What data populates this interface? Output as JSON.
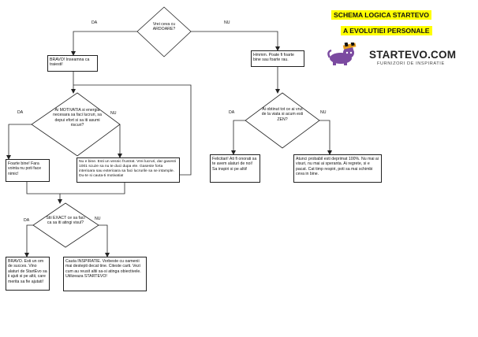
{
  "title": {
    "line1": "SCHEMA LOGICA STARTEVO",
    "line2": "A EVOLUTIEI PERSONALE"
  },
  "brand": {
    "name": "STARTEVO.COM",
    "tagline": "FURNIZORI DE INSPIRATIE"
  },
  "labels": {
    "da": "DA",
    "nu": "NU"
  },
  "nodes": {
    "d1": "Vrei ceva cu ARDOARE?",
    "b_bravo": "BRAVO! Inseamna ca traiesti!",
    "b_hmm": "Hmmm. Poate fi foarte bine sau foarte rau.",
    "d2": "Ai MOTIVATIA si energia necesara sa faci lucruri, sa depui efort si sa iti asumi riscuri?",
    "d3": "Ai obtinut tot ce ai vrut de la viata si acum esti ZEN?",
    "b_fb": "Foarte bine! Fara vointa nu poti face nimic!",
    "b_nebine": "Nu e bine. Esti un vesnic frustrat. Vrei lucruri, dar gasesti 1001 scuze sa nu te duci dupa ele. Gaseste forta interioara sau exterioara sa faci lucrurile sa se intample. Du-te si cauta-ti motivatia!",
    "b_fel": "Felicitari! Ati fi onorati sa te avem alaturi de noi! Sa inspiri si pe altii!",
    "b_dep": "Atunci probabil esti deprimat 100%. Nu mai ai visuri, nu mai ai speranta. Ai regrete, si e pacat. Cat timp respiri, poti sa mai schimbi ceva in bine.",
    "d4": "Stii EXACT ce sa faci ca sa iti atingi visul?",
    "b_succ": "BRAVO. Esti un om de succes. Vino alaturi de StartEvo sa ii ajuti si pe altii, care merita sa fie ajutati!",
    "b_insp": "Cauta INSPIRATIE. Vorbeste cu oamenii mai destepti decat tine. Citeste carti. Vezi cum au reusit altii sa-si atinga obiectivele. Utilizeaza STARTEVO!"
  }
}
